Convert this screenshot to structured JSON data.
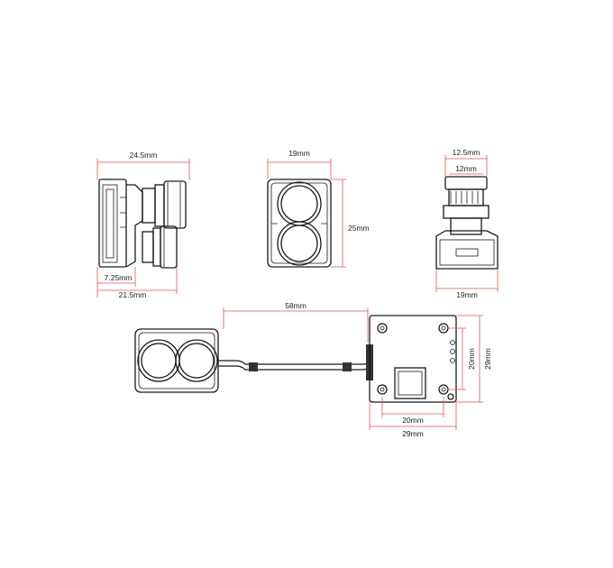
{
  "colors": {
    "dimension_line": "#e05555",
    "outline": "#1a1a1a",
    "background": "#ffffff"
  },
  "dimensions": {
    "side_view": {
      "overall_length": "24.5mm",
      "lens_depth": "7.25mm",
      "body_length": "21.5mm"
    },
    "front_view": {
      "width": "19mm",
      "height": "25mm"
    },
    "top_view": {
      "lens_outer": "12.5mm",
      "lens_inner": "12mm",
      "body_width": "19mm"
    },
    "assembly": {
      "cable_length": "58mm",
      "board_hole_spacing_v": "20mm",
      "board_height": "29mm",
      "board_hole_spacing_h": "20mm",
      "board_width": "29mm"
    }
  }
}
